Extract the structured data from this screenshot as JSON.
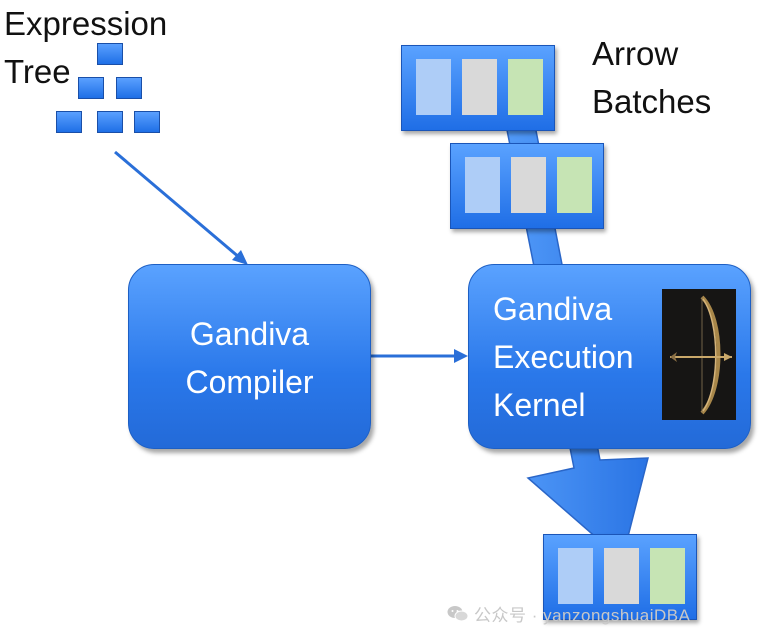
{
  "labels": {
    "expression_tree_line1": "Expression",
    "expression_tree_line2": "Tree",
    "arrow_batches_line1": "Arrow",
    "arrow_batches_line2": "Batches"
  },
  "compiler": {
    "line1": "Gandiva",
    "line2": "Compiler"
  },
  "kernel": {
    "line1": "Gandiva",
    "line2": "Execution",
    "line3": "Kernel"
  },
  "watermark": "公众号 · yanzongshuaiDBA",
  "colors": {
    "node_blue": "#2a78ea",
    "flow_arrow_blue": "#3a86f2",
    "cell_blue": "#aecdf7",
    "cell_gray": "#d9d9d9",
    "cell_green": "#c6e4b4"
  },
  "icons": {
    "kernel_image": "bow-and-arrow-icon"
  }
}
